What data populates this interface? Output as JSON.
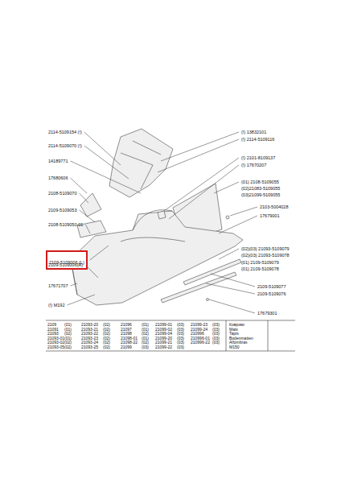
{
  "diagram": {
    "nodes": [
      {
        "text": [
          "2109-5109006 (L)"
        ]
      }
    ],
    "labels": [
      "2114-5109154 (!)",
      "2114-5109070 (!)",
      "14189771",
      "17680606",
      "2108-5109070",
      "2109-5109053",
      "2108-5109050-01",
      "2109-5109006(R)",
      "17671707",
      "(!) M192",
      "(!) 13832101",
      "(!) 2114-5109116",
      "(!) 2101-8109137",
      "(!) 17670207",
      "(01) 2108-5109055",
      "(02)21083-5109055",
      "(03)21099-5109055",
      "2103-5004028",
      "17679001",
      "(02)(03) 21093-5109079",
      "(02)(03) 21093-5109078",
      "(01) 2109-5109079",
      "(01) 2109-5109078",
      "2109-5109077",
      "2109-5109076",
      "17679301",
      "2109",
      "(01)",
      "21093-20",
      "(02)",
      "21096",
      "(01)",
      "21099-01",
      "(03)",
      "21099-23",
      "(03)",
      "Коврики",
      "21091",
      "(01)",
      "21093-21",
      "(02)",
      "21097",
      "(01)",
      "21099-02",
      "(03)",
      "21099-24",
      "(03)",
      "Mats",
      "21093",
      "(02)",
      "21093-22",
      "(02)",
      "21098",
      "(02)",
      "21099-04",
      "(03)",
      "210996",
      "(03)",
      "Tapis",
      "21093-01",
      "(01)",
      "21093-23",
      "(02)",
      "21098-01",
      "(01)",
      "21099-20",
      "(03)",
      "210996-01",
      "(03)",
      "Bodenmatten",
      "21093-02",
      "(02)",
      "21093-24",
      "(02)",
      "21098-22",
      "(02)",
      "21099-21",
      "(03)",
      "210996-22",
      "(03)",
      "Alfombras",
      "21093-05",
      "(02)",
      "21093-25",
      "(02)",
      "21099",
      "(03)",
      "21099-22",
      "(03)",
      "M150"
    ]
  }
}
